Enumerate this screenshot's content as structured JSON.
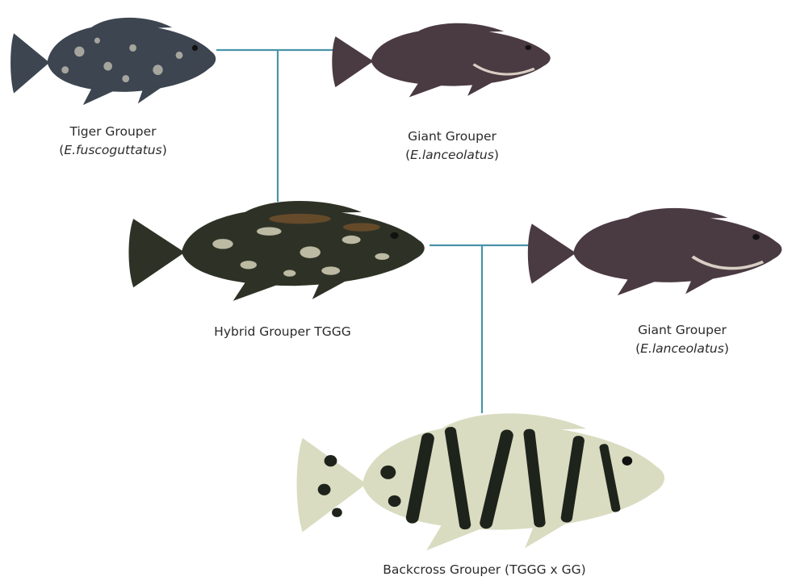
{
  "diagram": {
    "line_color": "#4a93a8",
    "nodes": [
      {
        "id": "tiger",
        "name": "Tiger Grouper",
        "species": "E.fuscoguttatus",
        "icon": "tiger-grouper-fish"
      },
      {
        "id": "giant_top",
        "name": "Giant Grouper",
        "species": "E.lanceolatus",
        "icon": "giant-grouper-fish"
      },
      {
        "id": "hybrid",
        "name": "Hybrid Grouper TGGG",
        "species": "",
        "icon": "hybrid-grouper-fish"
      },
      {
        "id": "giant_right",
        "name": "Giant Grouper",
        "species": "E.lanceolatus",
        "icon": "giant-grouper-fish"
      },
      {
        "id": "backcross",
        "name": "Backcross Grouper (TGGG x GG)",
        "species": "",
        "icon": "backcross-grouper-fish"
      }
    ]
  }
}
